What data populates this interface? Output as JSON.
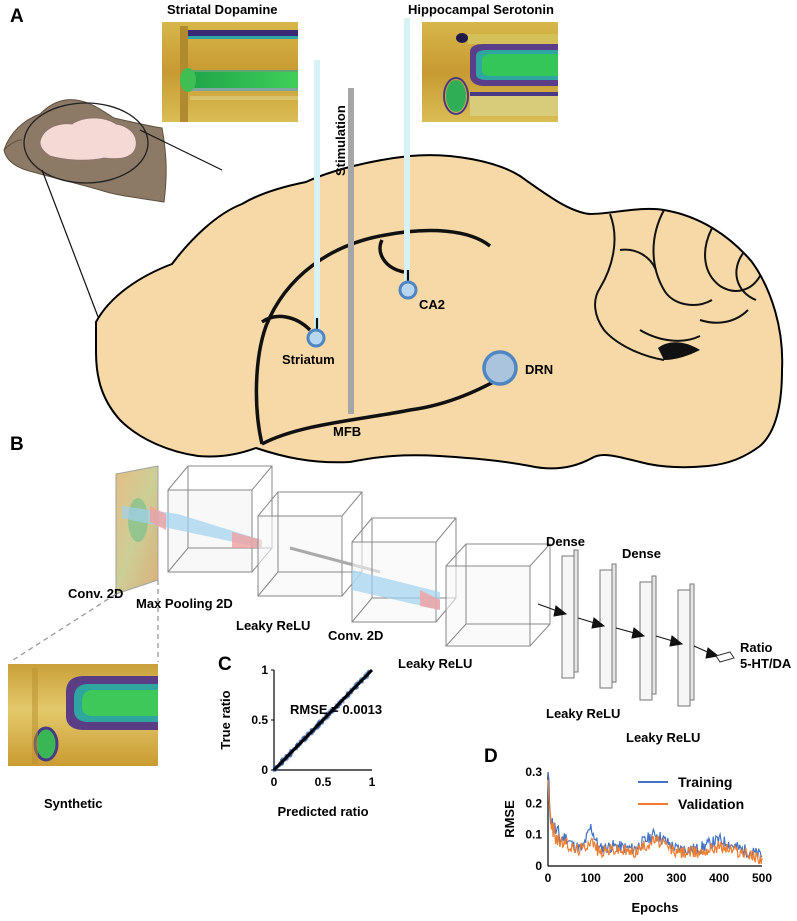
{
  "panels": {
    "a": "A",
    "b": "B",
    "c": "C",
    "d": "D"
  },
  "panel_a": {
    "heatmap_striatal_title": "Striatal Dopamine",
    "heatmap_hippocampal_title": "Hippocampal Serotonin",
    "stimulation_label": "Stimulation",
    "regions": {
      "striatum": "Striatum",
      "ca2": "CA2",
      "drn": "DRN",
      "mfb": "MFB"
    }
  },
  "panel_b": {
    "layers": {
      "conv1": "Conv. 2D",
      "maxpool": "Max Pooling 2D",
      "relu1": "Leaky ReLU",
      "conv2": "Conv. 2D",
      "relu2": "Leaky ReLU",
      "dense1": "Dense",
      "dense2": "Dense",
      "relu3": "Leaky ReLU",
      "relu4": "Leaky ReLU"
    },
    "output_label_line1": "Ratio",
    "output_label_line2": "5-HT/DA",
    "synthetic_label": "Synthetic"
  },
  "chart_data": [
    {
      "type": "scatter",
      "panel": "C",
      "xlabel": "Predicted ratio",
      "ylabel": "True ratio",
      "annotation": "RMSE = 0.0013",
      "xlim": [
        0,
        1
      ],
      "ylim": [
        0,
        1
      ],
      "xticks": [
        "0",
        "0.5",
        "1"
      ],
      "yticks": [
        "0",
        "0.5",
        "1"
      ],
      "fit_line": {
        "x": [
          0,
          1
        ],
        "y": [
          0,
          1
        ]
      },
      "point_color": "#2f5fa8",
      "fit_color": "#000000"
    },
    {
      "type": "line",
      "panel": "D",
      "xlabel": "Epochs",
      "ylabel": "RMSE",
      "xlim": [
        0,
        500
      ],
      "ylim": [
        0,
        0.3
      ],
      "xticks": [
        "0",
        "100",
        "200",
        "300",
        "400",
        "500"
      ],
      "yticks": [
        "0",
        "0.1",
        "0.2",
        "0.3"
      ],
      "legend_position": "top-right",
      "series": [
        {
          "name": "Training",
          "color": "#4472c4",
          "x": [
            0,
            5,
            10,
            20,
            30,
            40,
            60,
            80,
            100,
            120,
            150,
            200,
            250,
            300,
            350,
            400,
            450,
            500
          ],
          "values": [
            0.3,
            0.16,
            0.13,
            0.1,
            0.08,
            0.09,
            0.06,
            0.05,
            0.12,
            0.05,
            0.06,
            0.05,
            0.1,
            0.05,
            0.05,
            0.08,
            0.05,
            0.03
          ]
        },
        {
          "name": "Validation",
          "color": "#ed7d31",
          "x": [
            0,
            5,
            10,
            20,
            30,
            40,
            60,
            80,
            100,
            120,
            150,
            200,
            250,
            300,
            350,
            400,
            450,
            500
          ],
          "values": [
            0.28,
            0.14,
            0.11,
            0.09,
            0.07,
            0.07,
            0.05,
            0.05,
            0.08,
            0.04,
            0.05,
            0.04,
            0.08,
            0.04,
            0.04,
            0.06,
            0.04,
            0.02
          ]
        }
      ]
    }
  ],
  "colors": {
    "brain_fill": "#f7d9a8",
    "heatmap_bg": "#c9a33a",
    "region_marker": "#5b8fc7",
    "probe": "#d8f1f4",
    "stim": "#a6a6a6"
  }
}
